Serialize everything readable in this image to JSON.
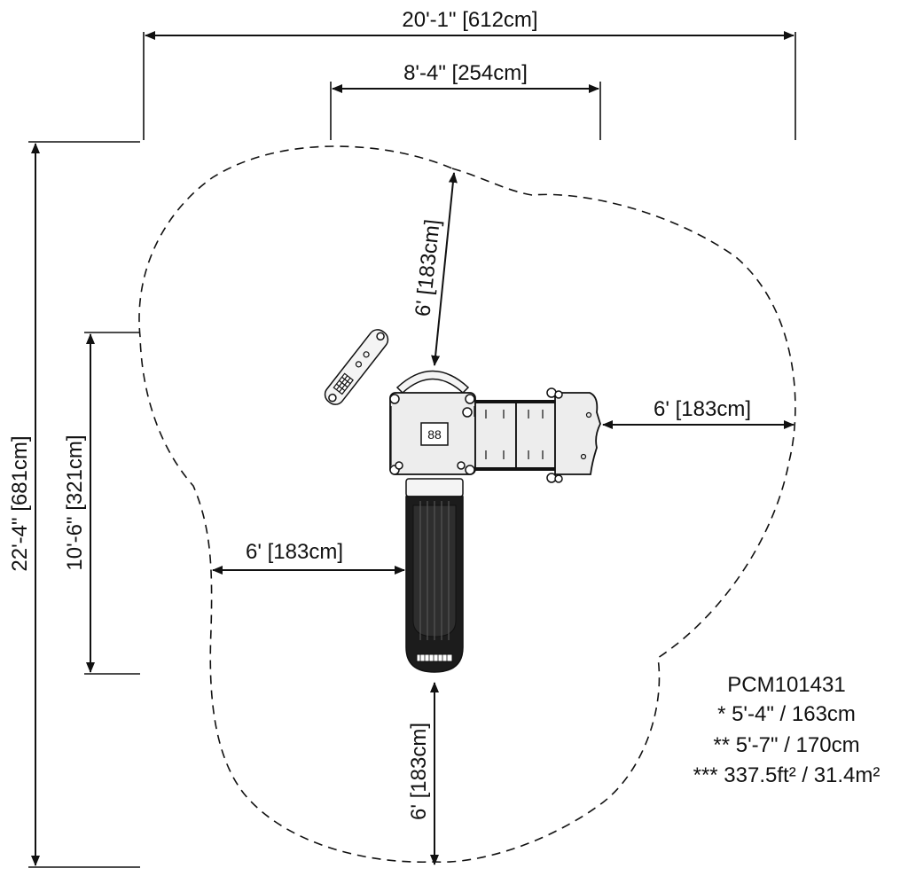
{
  "dimensions": {
    "overall_width": "20'-1\" [612cm]",
    "structure_width": "8'-4\" [254cm]",
    "overall_depth": "22'-4\" [681cm]",
    "structure_depth": "10'-6\" [321cm]",
    "clearance_top": "6' [183cm]",
    "clearance_right": "6' [183cm]",
    "clearance_left": "6' [183cm]",
    "clearance_bottom": "6' [183cm]"
  },
  "equipment": {
    "deck_label": "88"
  },
  "notes": {
    "model": "PCM101431",
    "height_1": "* 5'-4\" / 163cm",
    "height_2": "** 5'-7\" / 170cm",
    "area": "*** 337.5ft² / 31.4m²"
  }
}
